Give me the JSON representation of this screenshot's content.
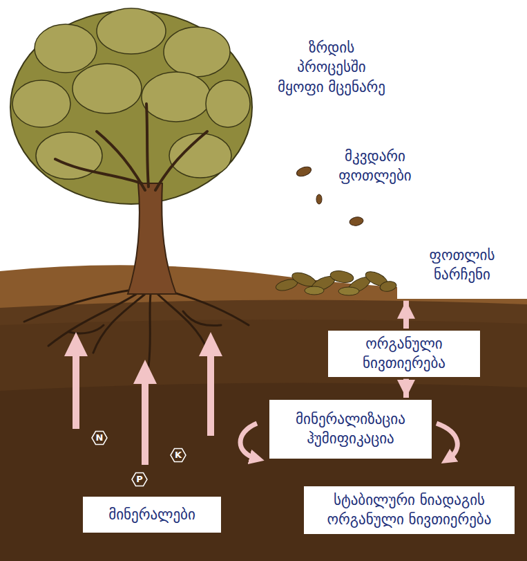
{
  "diagram": {
    "nodes": [
      {
        "text": [
          "ფოთლის ნარჩენი"
        ]
      },
      {
        "text": [
          "ორგანული ნივთიერება"
        ]
      },
      {
        "text": [
          "მინერალიზაცია ჰუმიფიკაცია"
        ]
      },
      {
        "text": [
          "მინერალები"
        ]
      },
      {
        "text": [
          "სტაბილური ნიადაგის ორგანული ნივთიერება"
        ]
      }
    ],
    "edges": [
      {
        "from": 1,
        "to": 0,
        "arrow": "to"
      },
      {
        "from": 1,
        "to": 2,
        "arrow": "to"
      }
    ],
    "labels": [
      "ზრდის პროცესში მყოფი მცენარე",
      "მკვდარი ფოთლები",
      "N",
      "K",
      "P"
    ]
  }
}
